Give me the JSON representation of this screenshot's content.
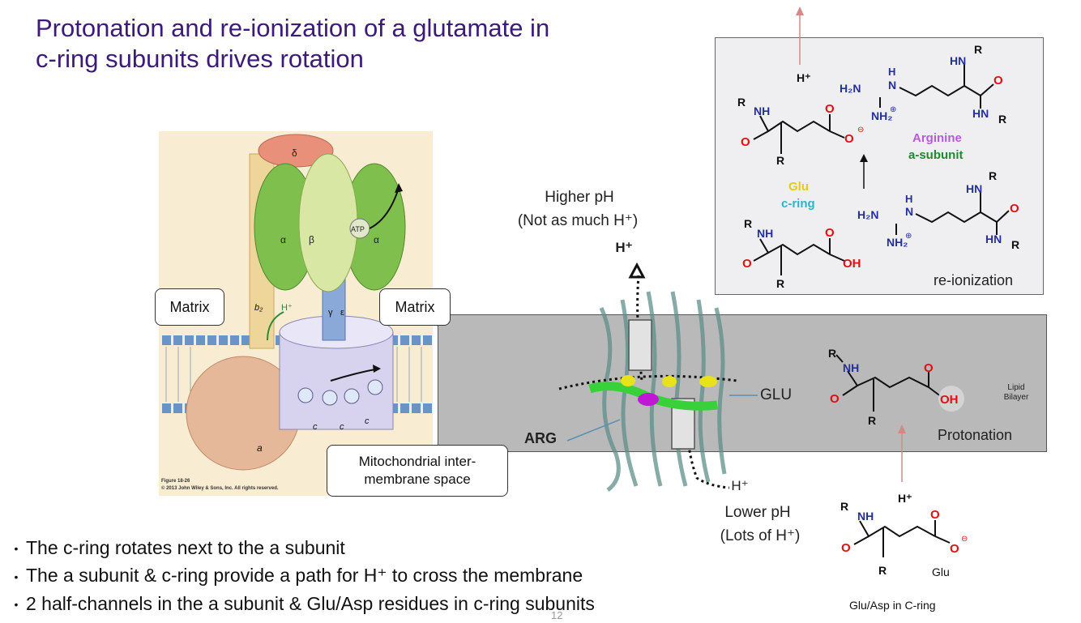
{
  "title_line1": "Protonation and re-ionization of a glutamate in",
  "title_line2": "c-ring subunits drives rotation",
  "bullets": [
    "The c-ring rotates next to the a subunit",
    "The a subunit & c-ring provide a path for H⁺ to cross the membrane",
    "2 half-channels in the a subunit & Glu/Asp residues in c-ring subunits"
  ],
  "page_number": "12",
  "figure": {
    "matrix_left": "Matrix",
    "matrix_right": "Matrix",
    "intermembrane": "Mitochondrial inter-\nmembrane space",
    "caption_line1": "Figure 18-26",
    "caption_line2": "© 2013 John Wiley & Sons, Inc. All rights reserved.",
    "labels": {
      "delta": "δ",
      "alpha": "α",
      "beta": "β",
      "atp": "ATP",
      "gamma": "γ",
      "epsilon": "ε",
      "b2": "b₂",
      "h": "H⁺",
      "c": "c",
      "a": "a"
    }
  },
  "structure": {
    "higher_ph": "Higher pH",
    "not_much_h": "(Not as much H⁺)",
    "h_top": "H⁺",
    "h_bottom": "H⁺",
    "lower_ph": "Lower pH",
    "lots_h": "(Lots of H⁺)",
    "glu_label": "GLU",
    "arg_label": "ARG"
  },
  "membrane": {
    "lipid_bilayer": "Lipid\nBilayer",
    "protonation": "Protonation"
  },
  "reionization_box": {
    "h_plus": "H⁺",
    "arginine": "Arginine",
    "a_subunit": "a-subunit",
    "glu": "Glu",
    "c_ring": "c-ring",
    "reionization": "re-ionization"
  },
  "bottom_glu": {
    "h_plus": "H⁺",
    "glu": "Glu",
    "caption": "Glu/Asp in C-ring"
  },
  "chem": {
    "R": "R",
    "NH": "NH",
    "HN": "HN",
    "H": "H",
    "N": "N",
    "O": "O",
    "OH": "OH",
    "H2N": "H₂N",
    "NH2": "NH₂"
  },
  "colors": {
    "title": "#3c1a7a",
    "glu": "#e8c81a",
    "cring": "#29b6c9",
    "arginine": "#b65bd6",
    "asubunit": "#1f8a2a",
    "oxygen": "#e01010",
    "nitrogen": "#23309a"
  }
}
